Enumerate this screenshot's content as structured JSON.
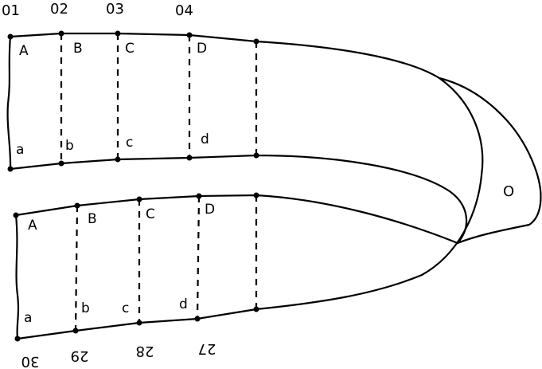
{
  "top_strip": {
    "numbers": [
      "01",
      "02",
      "03",
      "04"
    ],
    "upper_letters": [
      "A",
      "B",
      "C",
      "D"
    ],
    "lower_letters": [
      "a",
      "b",
      "c",
      "d"
    ]
  },
  "bottom_strip": {
    "numbers": [
      "30",
      "29",
      "28",
      "27"
    ],
    "upper_letters": [
      "A",
      "B",
      "C",
      "D"
    ],
    "lower_letters": [
      "a",
      "b",
      "c",
      "d"
    ]
  },
  "fold_label": "O"
}
